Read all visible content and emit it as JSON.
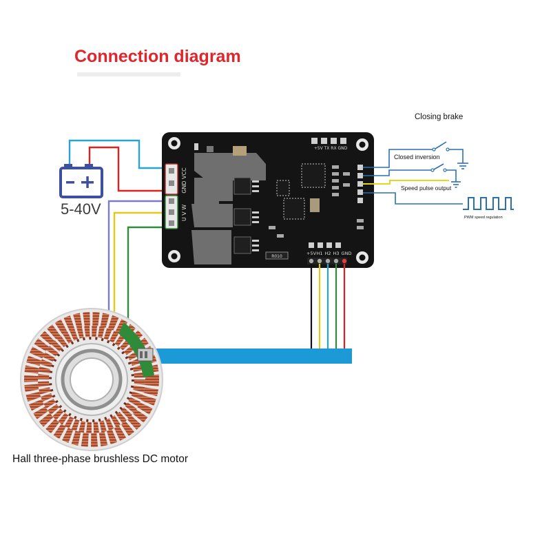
{
  "title": "Connection diagram",
  "motor_label": "Hall three-phase brushless DC motor",
  "battery": {
    "voltage": "5-40V",
    "icon": "battery-icon"
  },
  "board": {
    "power_pins": "GND VCC",
    "phase_pins": "U V W",
    "uart_header": "+5V TX RX GND",
    "hall_header": [
      "+5V",
      "H1",
      "H2",
      "H3",
      "GND"
    ],
    "chip_code": "R010"
  },
  "controls": {
    "closing_brake": "Closing brake",
    "closed_inversion": "Closed inversion",
    "speed_pulse_output": "Speed pulse output",
    "pwm_speed_regulation": "PWM speed regulation"
  },
  "wire_colors": {
    "power_positive": "#e02020",
    "power_negative": "#27a3d8",
    "phase_u": "#7a7cc8",
    "phase_v": "#e4c81a",
    "phase_w": "#2f8a3a",
    "hall_cable": "#1c9ad8",
    "control_signal": "#2b6fb3",
    "speed_pulse": "#e4d81a"
  }
}
